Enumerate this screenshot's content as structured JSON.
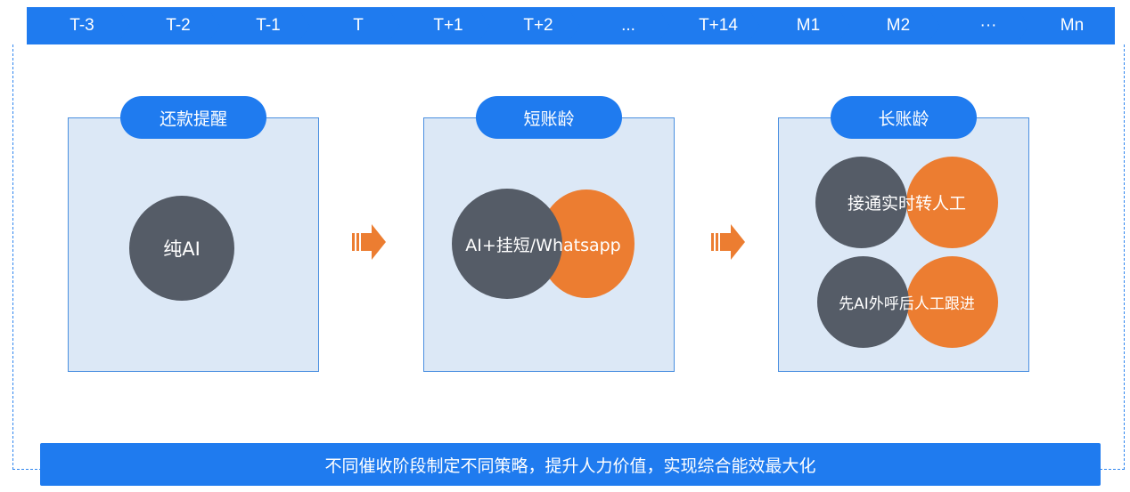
{
  "timeline": {
    "steps": [
      "T-3",
      "T-2",
      "T-1",
      "T",
      "T+1",
      "T+2",
      "...",
      "T+14",
      "M1",
      "M2",
      "···",
      "Mn"
    ]
  },
  "stages": [
    {
      "title": "还款提醒",
      "circles": [
        "纯AI"
      ]
    },
    {
      "title": "短账龄",
      "circles": [
        "AI+挂短/Whatsapp"
      ]
    },
    {
      "title": "长账龄",
      "circles": [
        "接通实时转人工",
        "先AI外呼后人工跟进"
      ]
    }
  ],
  "banner": {
    "text": "不同催收阶段制定不同策略，提升人力价值，实现综合能效最大化"
  },
  "colors": {
    "primary": "#1f7bef",
    "dark": "#555c67",
    "accent": "#ec7d31",
    "panel": "#dce8f6"
  }
}
